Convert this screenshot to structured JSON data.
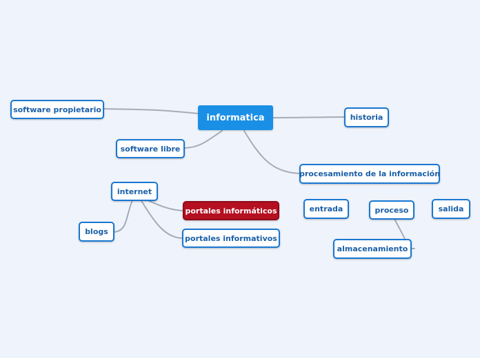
{
  "mindmap": {
    "root": {
      "label": "informatica"
    },
    "nodes": {
      "software_propietario": "software propietario",
      "software_libre": "software libre",
      "historia": "historia",
      "procesamiento": "procesamiento de la información",
      "internet": "internet",
      "portales_informaticos": "portales informáticos",
      "portales_informativos": "portales informativos",
      "blogs": "blogs",
      "entrada": "entrada",
      "proceso": "proceso",
      "salida": "salida",
      "almacenamiento": "almacenamiento"
    },
    "colors": {
      "background": "#eff3fb",
      "root_fill": "#1a8fe6",
      "node_border": "#1877d2",
      "node_text": "#1a5fa8",
      "highlight_fill": "#b51021",
      "connector": "#a4acb8"
    }
  }
}
